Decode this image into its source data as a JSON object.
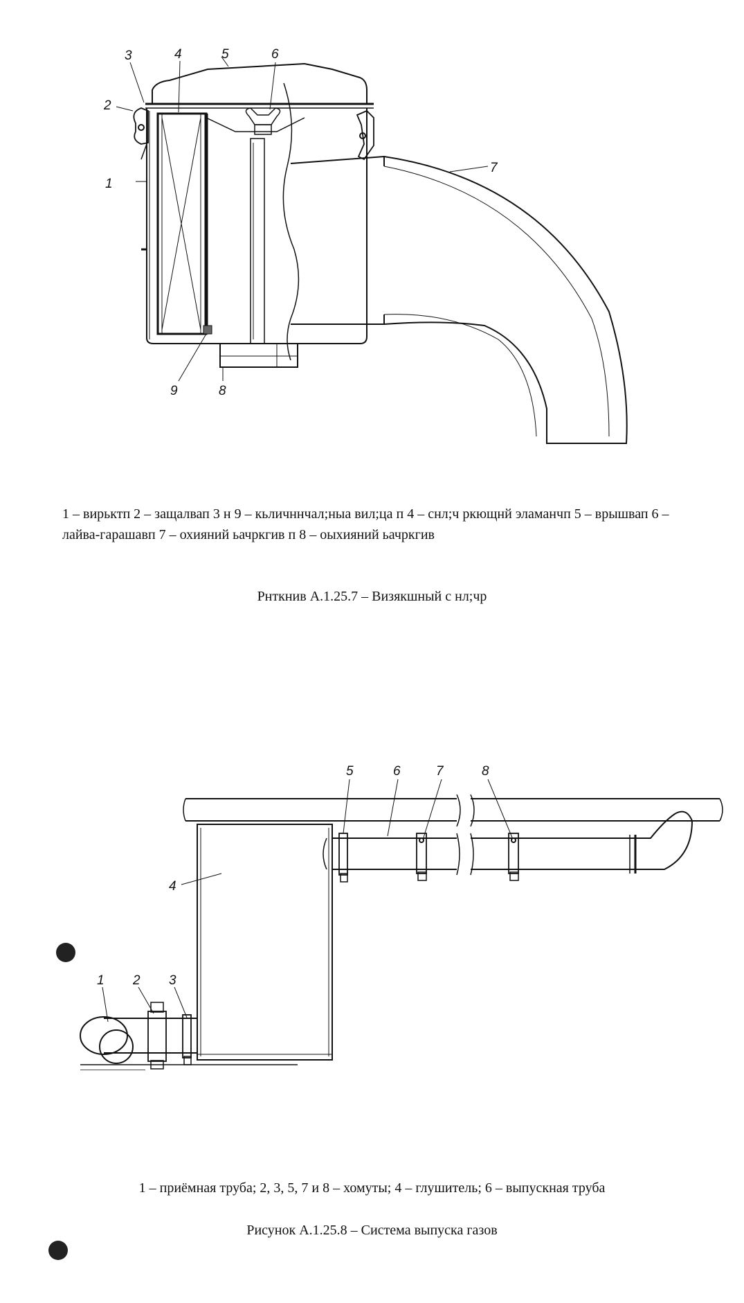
{
  "figure1": {
    "callouts": [
      "1",
      "2",
      "3",
      "4",
      "5",
      "6",
      "7",
      "8",
      "9"
    ],
    "legend": "1 – вирьктп 2 – защалвап 3 н 9 – кьличннчал;ныа вил;ца п 4 – снл;ч ркющнй эламанчп 5 – врышвап 6 – лайва-гарашавп 7 – охияний ьачркгив п 8 – оыхияний ьачркгив",
    "caption": "Рнткнив А.1.25.7 – Визякшный с нл;чр"
  },
  "figure2": {
    "callouts": [
      "1",
      "2",
      "3",
      "4",
      "5",
      "6",
      "7",
      "8"
    ],
    "legend": "1 – приёмная труба; 2, 3, 5, 7 и 8 – хомуты; 4 – глушитель; 6 – выпускная труба",
    "caption": "Рисунок А.1.25.8 – Система выпуска газов"
  },
  "colors": {
    "ink": "#111111",
    "paper": "#ffffff",
    "dot": "#222222"
  }
}
